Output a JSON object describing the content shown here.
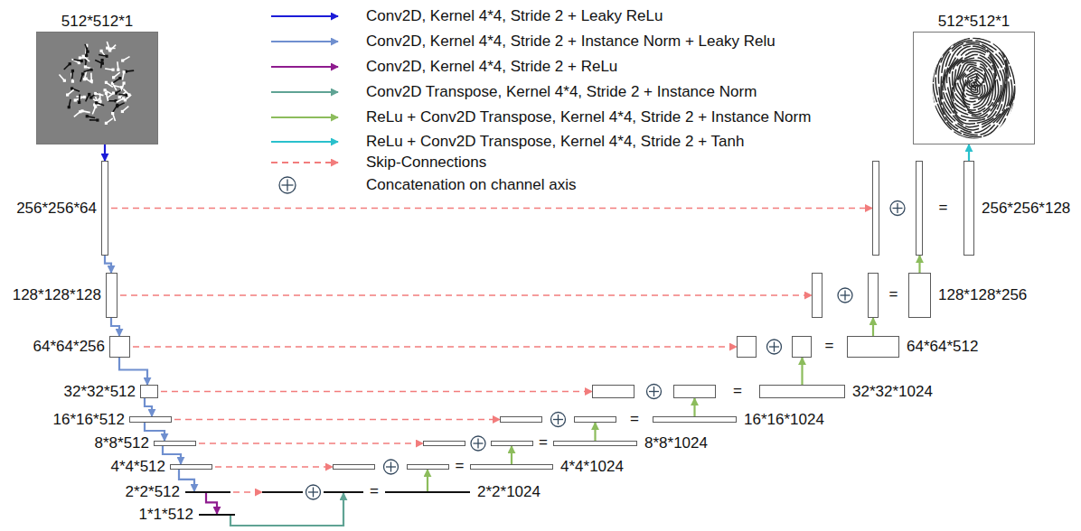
{
  "diagram": {
    "nodes": [
      {
        "text": [
          "512*512*1"
        ]
      },
      {
        "text": [
          "512*512*1"
        ]
      },
      {
        "text": [
          "256*256*64"
        ]
      },
      {
        "text": [
          "128*128*128"
        ]
      },
      {
        "text": [
          "64*64*256"
        ]
      },
      {
        "text": [
          "32*32*512"
        ]
      },
      {
        "text": [
          "16*16*512"
        ]
      },
      {
        "text": [
          "8*8*512"
        ]
      },
      {
        "text": [
          "4*4*512"
        ]
      },
      {
        "text": [
          "2*2*512"
        ]
      },
      {
        "text": [
          "1*1*512"
        ]
      },
      {
        "text": [
          "256*256*128"
        ]
      },
      {
        "text": [
          "128*128*256"
        ]
      },
      {
        "text": [
          "64*64*512"
        ]
      },
      {
        "text": [
          "32*32*1024"
        ]
      },
      {
        "text": [
          "16*16*1024"
        ]
      },
      {
        "text": [
          "8*8*1024"
        ]
      },
      {
        "text": [
          "4*4*1024"
        ]
      },
      {
        "text": [
          "2*2*1024"
        ]
      }
    ],
    "edges": [
      {
        "from": 0,
        "to": 2,
        "arrow": "to"
      },
      {
        "from": 2,
        "to": 3,
        "arrow": "to"
      },
      {
        "from": 3,
        "to": 4,
        "arrow": "to"
      },
      {
        "from": 4,
        "to": 5,
        "arrow": "to"
      },
      {
        "from": 5,
        "to": 6,
        "arrow": "to"
      },
      {
        "from": 6,
        "to": 7,
        "arrow": "to"
      },
      {
        "from": 7,
        "to": 8,
        "arrow": "to"
      },
      {
        "from": 8,
        "to": 9,
        "arrow": "to"
      },
      {
        "from": 9,
        "to": 10,
        "arrow": "to"
      },
      {
        "from": 10,
        "to": 18,
        "arrow": "to"
      },
      {
        "from": 2,
        "to": 11,
        "arrow": "to"
      },
      {
        "from": 3,
        "to": 12,
        "arrow": "to"
      },
      {
        "from": 4,
        "to": 13,
        "arrow": "to"
      },
      {
        "from": 5,
        "to": 14,
        "arrow": "to"
      },
      {
        "from": 6,
        "to": 15,
        "arrow": "to"
      },
      {
        "from": 7,
        "to": 16,
        "arrow": "to"
      },
      {
        "from": 8,
        "to": 17,
        "arrow": "to"
      },
      {
        "from": 9,
        "to": 18,
        "arrow": "to"
      },
      {
        "from": 18,
        "to": 17,
        "arrow": "to"
      },
      {
        "from": 17,
        "to": 16,
        "arrow": "to"
      },
      {
        "from": 16,
        "to": 15,
        "arrow": "to"
      },
      {
        "from": 15,
        "to": 14,
        "arrow": "to"
      },
      {
        "from": 14,
        "to": 13,
        "arrow": "to"
      },
      {
        "from": 13,
        "to": 12,
        "arrow": "to"
      },
      {
        "from": 12,
        "to": 11,
        "arrow": "to"
      },
      {
        "from": 11,
        "to": 1,
        "arrow": "to"
      }
    ],
    "labels": [
      "=",
      "=",
      "=",
      "=",
      "=",
      "=",
      "=",
      "="
    ],
    "legend": [
      {
        "text": "Conv2D, Kernel 4*4, Stride 2 + Leaky ReLu"
      },
      {
        "text": "Conv2D, Kernel 4*4, Stride 2 + Instance Norm + Leaky Relu"
      },
      {
        "text": "Conv2D, Kernel 4*4, Stride 2 + ReLu"
      },
      {
        "text": "Conv2D Transpose, Kernel 4*4, Stride 2 + Instance Norm"
      },
      {
        "text": "ReLu + Conv2D Transpose, Kernel 4*4, Stride 2 + Instance Norm"
      },
      {
        "text": "ReLu + Conv2D Transpose, Kernel 4*4, Stride 2 + Tanh"
      },
      {
        "text": "Skip-Connections"
      },
      {
        "text": "Concatenation on channel axis"
      }
    ]
  }
}
